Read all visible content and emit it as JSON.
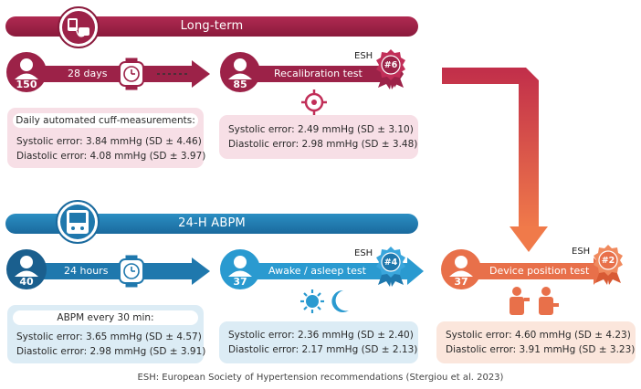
{
  "sections": {
    "long_term": {
      "title": "Long-term",
      "group1": {
        "count": "150",
        "duration": "28 days",
        "box_header": "Daily automated cuff-measurements:",
        "systolic": "Systolic error: 3.84 mmHg (SD ± 4.46)",
        "diastolic": "Diastolic error: 4.08 mmHg (SD ± 3.97)"
      },
      "group2": {
        "count": "85",
        "test": "Recalibration test",
        "esh_label": "ESH",
        "badge": "#6",
        "systolic": "Systolic error: 2.49 mmHg (SD ± 3.10)",
        "diastolic": "Diastolic error: 2.98 mmHg (SD ± 3.48)"
      }
    },
    "abpm": {
      "title": "24-H ABPM",
      "group1": {
        "count": "40",
        "duration": "24 hours",
        "box_header": "ABPM every 30 min:",
        "systolic": "Systolic error: 3.65 mmHg (SD ± 4.57)",
        "diastolic": "Diastolic error: 2.98 mmHg (SD ± 3.91)"
      },
      "group2": {
        "count": "37",
        "test": "Awake / asleep test",
        "esh_label": "ESH",
        "badge": "#4",
        "systolic": "Systolic error: 2.36 mmHg (SD ± 2.40)",
        "diastolic": "Diastolic error: 2.17 mmHg (SD ± 2.13)"
      }
    },
    "position": {
      "count": "37",
      "test": "Device position test",
      "esh_label": "ESH",
      "badge": "#2",
      "systolic": "Systolic error: 4.60 mmHg (SD ± 4.23)",
      "diastolic": "Diastolic error: 3.91 mmHg (SD ± 3.23)"
    }
  },
  "footnote": "ESH: European Society of Hypertension recommendations (Stergiou et al. 2023)",
  "colors": {
    "long_term": "#9c2248",
    "long_term_light": "#f7dfe6",
    "abpm": "#1f78ad",
    "abpm_light": "#dcecf5",
    "position": "#e8704a",
    "position_light": "#fbe6dc"
  }
}
